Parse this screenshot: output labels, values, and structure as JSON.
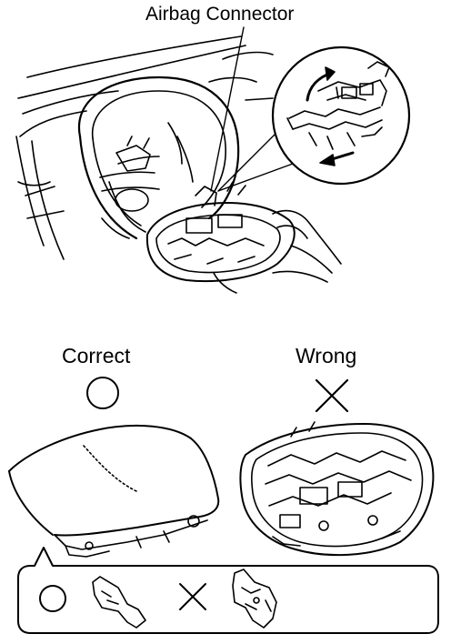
{
  "labels": {
    "airbag_connector": "Airbag Connector",
    "correct": "Correct",
    "wrong": "Wrong"
  },
  "symbols": {
    "correct_symbol": "circle-mark",
    "wrong_symbol": "cross-mark"
  },
  "colors": {
    "ink": "#000000",
    "paper": "#ffffff"
  }
}
